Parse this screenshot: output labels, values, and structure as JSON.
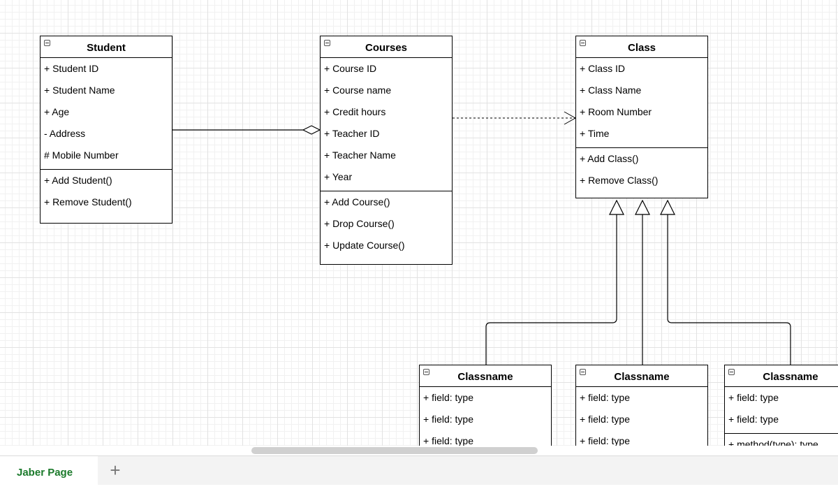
{
  "classes": [
    {
      "name": "Student",
      "attributes": [
        "+ Student ID",
        "+ Student Name",
        "+ Age",
        "- Address",
        "# Mobile Number"
      ],
      "methods": [
        "+ Add Student()",
        "+ Remove Student()"
      ]
    },
    {
      "name": "Courses",
      "attributes": [
        "+ Course ID",
        "+ Course name",
        "+ Credit hours",
        "+ Teacher ID",
        "+ Teacher Name",
        "+ Year"
      ],
      "methods": [
        "+ Add Course()",
        "+ Drop Course()",
        "+ Update Course()"
      ]
    },
    {
      "name": "Class",
      "attributes": [
        "+ Class ID",
        "+ Class Name",
        "+ Room Number",
        "+ Time"
      ],
      "methods": [
        "+ Add Class()",
        "+ Remove Class()"
      ]
    },
    {
      "name": "Classname",
      "attributes": [
        "+ field: type",
        "+ field: type",
        "+ field: type"
      ],
      "methods": []
    },
    {
      "name": "Classname",
      "attributes": [
        "+ field: type",
        "+ field: type",
        "+ field: type"
      ],
      "methods": []
    },
    {
      "name": "Classname",
      "attributes": [
        "+ field: type",
        "+ field: type"
      ],
      "methods": [
        "+ method(type): type"
      ]
    }
  ],
  "relations": [
    {
      "type": "aggregation",
      "from": "Student",
      "to": "Courses"
    },
    {
      "type": "dependency",
      "from": "Courses",
      "to": "Class"
    },
    {
      "type": "generalization",
      "from": "Classname",
      "to": "Class"
    },
    {
      "type": "generalization",
      "from": "Classname",
      "to": "Class"
    },
    {
      "type": "generalization",
      "from": "Classname",
      "to": "Class"
    }
  ],
  "tabs": {
    "page_name": "Jaber Page",
    "add_page_symbol": "+"
  },
  "colors": {
    "tab_text": "#1b7a2b",
    "grid": "#e2e2e2"
  }
}
